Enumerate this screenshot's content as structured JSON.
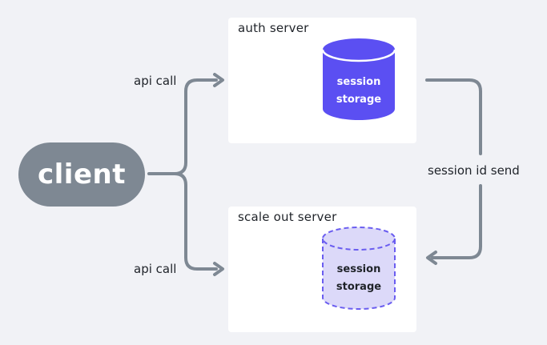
{
  "client": {
    "label": "client",
    "color": "#7e8893"
  },
  "auth_server": {
    "title": "auth server",
    "storage": {
      "line1": "session",
      "line2": "storage",
      "color": "#5b4ff2",
      "text_color": "#ffffff"
    }
  },
  "scale_server": {
    "title": "scale out server",
    "storage": {
      "line1": "session",
      "line2": "storage",
      "fill": "#dcd9f9",
      "stroke": "#6a5df0",
      "text_color": "#1f2329",
      "style": "dashed"
    }
  },
  "edges": {
    "api_call_top": "api call",
    "api_call_bottom": "api call",
    "session_send": "session id send",
    "color": "#7e8893"
  }
}
